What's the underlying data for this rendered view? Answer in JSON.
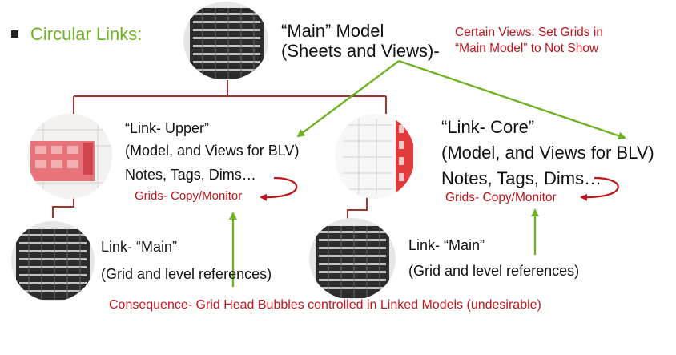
{
  "bullet": {
    "label": "Circular Links:"
  },
  "main": {
    "title": "“Main” Model",
    "subtitle": "(Sheets and Views)-",
    "note_line1": "Certain Views:  Set Grids in",
    "note_line2": "“Main Model” to Not Show"
  },
  "left": {
    "title": "“Link- Upper”",
    "line2": "(Model, and Views for BLV)",
    "line3": "Notes, Tags, Dims…",
    "grids": "Grids- Copy/Monitor",
    "link_title": "Link- “Main”",
    "link_sub": "(Grid and level references)"
  },
  "right": {
    "title": "“Link- Core”",
    "line2": "(Model, and Views for BLV)",
    "line3": "Notes, Tags, Dims…",
    "grids": "Grids- Copy/Monitor",
    "link_title": "Link- “Main”",
    "link_sub": "(Grid and level references)"
  },
  "consequence": "Consequence-  Grid Head Bubbles controlled in Linked Models (undesirable)",
  "colors": {
    "red": "#c0141b",
    "green": "#6fb224",
    "connector": "#a0352e",
    "text": "#111111"
  }
}
